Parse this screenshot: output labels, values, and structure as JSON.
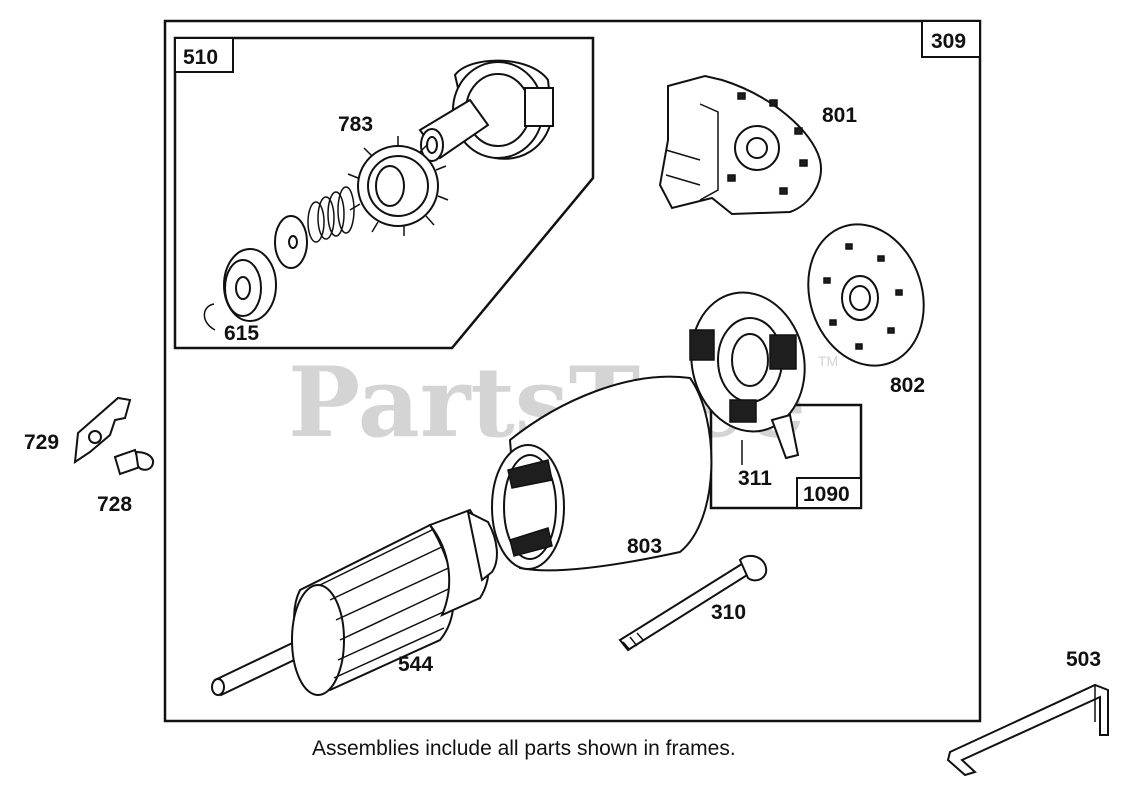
{
  "watermark": {
    "text": "PartsTree",
    "trademark": "TM"
  },
  "frames": {
    "main": "309",
    "drive_assembly": "510",
    "brush_assembly": "1090"
  },
  "parts": {
    "p783": "783",
    "p615": "615",
    "p801": "801",
    "p802": "802",
    "p311": "311",
    "p729": "729",
    "p728": "728",
    "p803": "803",
    "p310": "310",
    "p544": "544",
    "p503": "503"
  },
  "caption": "Assemblies include all parts shown in frames."
}
